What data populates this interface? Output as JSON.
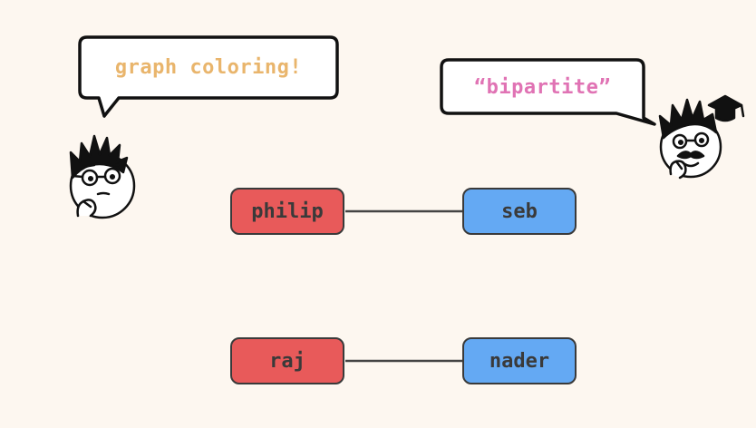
{
  "speech_left": {
    "text": "graph coloring!",
    "color": "#e9b56c"
  },
  "speech_right": {
    "text": "“bipartite”",
    "color": "#e073b4"
  },
  "node_colors": {
    "red": "#e85a5a",
    "blue": "#64a9f3"
  },
  "nodes": [
    {
      "label": "philip",
      "color": "red"
    },
    {
      "label": "seb",
      "color": "blue"
    },
    {
      "label": "raj",
      "color": "red"
    },
    {
      "label": "nader",
      "color": "blue"
    }
  ],
  "edges": [
    {
      "from": "philip",
      "to": "seb"
    },
    {
      "from": "raj",
      "to": "nader"
    }
  ],
  "characters": [
    {
      "name": "thinking-student-icon"
    },
    {
      "name": "graduate-professor-icon"
    }
  ]
}
